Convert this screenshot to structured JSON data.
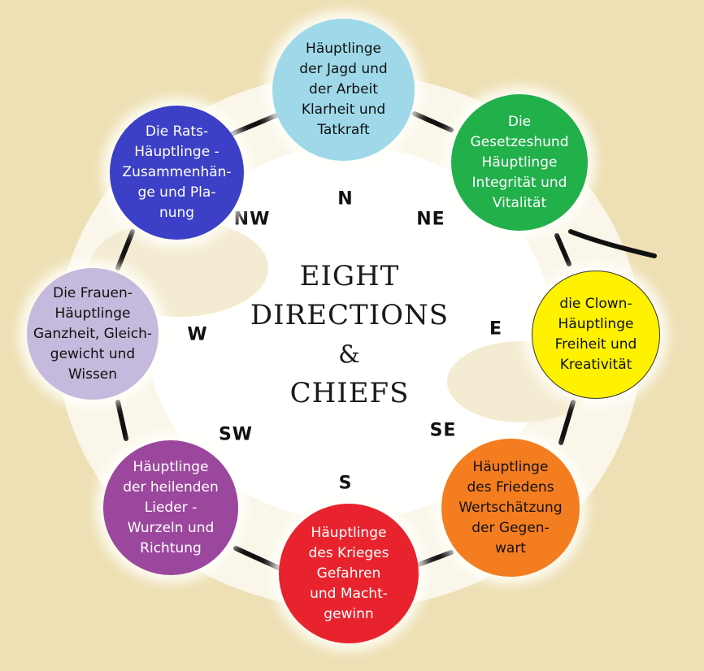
{
  "title": {
    "line1": "EIGHT",
    "line2": "DIRECTIONS",
    "line3": "&",
    "line4": "CHIEFS"
  },
  "directions": {
    "n": "N",
    "ne": "NE",
    "e": "E",
    "se": "SE",
    "s": "S",
    "sw": "SW",
    "w": "W",
    "nw": "NW"
  },
  "chiefs": {
    "n": {
      "text": "Häuptlinge\nder Jagd und\nder Arbeit\nKlarheit und\nTatkraft",
      "color": "#9fd9e9",
      "text_color": "#111111"
    },
    "ne": {
      "text": "Die\nGesetzeshund\nHäuptlinge\nIntegrität und\nVitalität",
      "color": "#22b04b",
      "text_color": "#ffffff"
    },
    "e": {
      "text": "die Clown-\nHäuptlinge\nFreiheit und\nKreativität",
      "color": "#fff200",
      "text_color": "#111111"
    },
    "se": {
      "text": "Häuptlinge\ndes Friedens\nWertschätzung\nder Gegen-\nwart",
      "color": "#f47d20",
      "text_color": "#111111"
    },
    "s": {
      "text": "Häuptlinge\ndes Krieges\nGefahren\nund Macht-\ngewinn",
      "color": "#e8232d",
      "text_color": "#ffffff"
    },
    "sw": {
      "text": "Häuptlinge\nder heilenden\nLieder -\nWurzeln und\nRichtung",
      "color": "#9c479e",
      "text_color": "#ffffff"
    },
    "w": {
      "text": "Die Frauen-\nHäuptlinge\nGanzheit, Gleich-\ngewicht und\nWissen",
      "color": "#c5badd",
      "text_color": "#111111"
    },
    "nw": {
      "text": "Die Rats-\nHäuptlinge -\nZusammenhän-\nge und Pla-\nnung",
      "color": "#3c40c6",
      "text_color": "#ffffff"
    }
  }
}
